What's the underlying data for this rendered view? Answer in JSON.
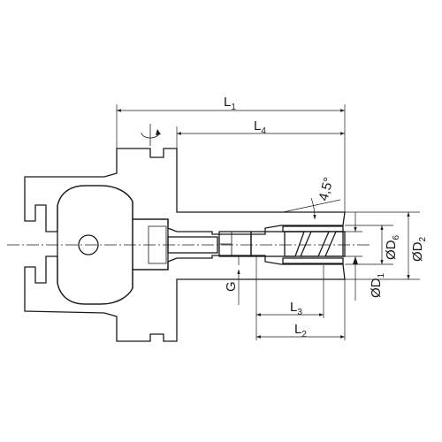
{
  "drawing": {
    "dimensions": {
      "L1": {
        "main": "L",
        "sub": "1"
      },
      "L4": {
        "main": "L",
        "sub": "4"
      },
      "L3": {
        "main": "L",
        "sub": "3"
      },
      "L2": {
        "main": "L",
        "sub": "2"
      },
      "G": {
        "main": "G"
      },
      "D1": {
        "main": "ØD",
        "sub": "1"
      },
      "D6": {
        "main": "ØD",
        "sub": "6"
      },
      "D2": {
        "main": "ØD",
        "sub": "2"
      },
      "angle": {
        "main": "4,5°"
      }
    },
    "icons": {
      "rotation": "rotation-arrow-icon"
    }
  }
}
